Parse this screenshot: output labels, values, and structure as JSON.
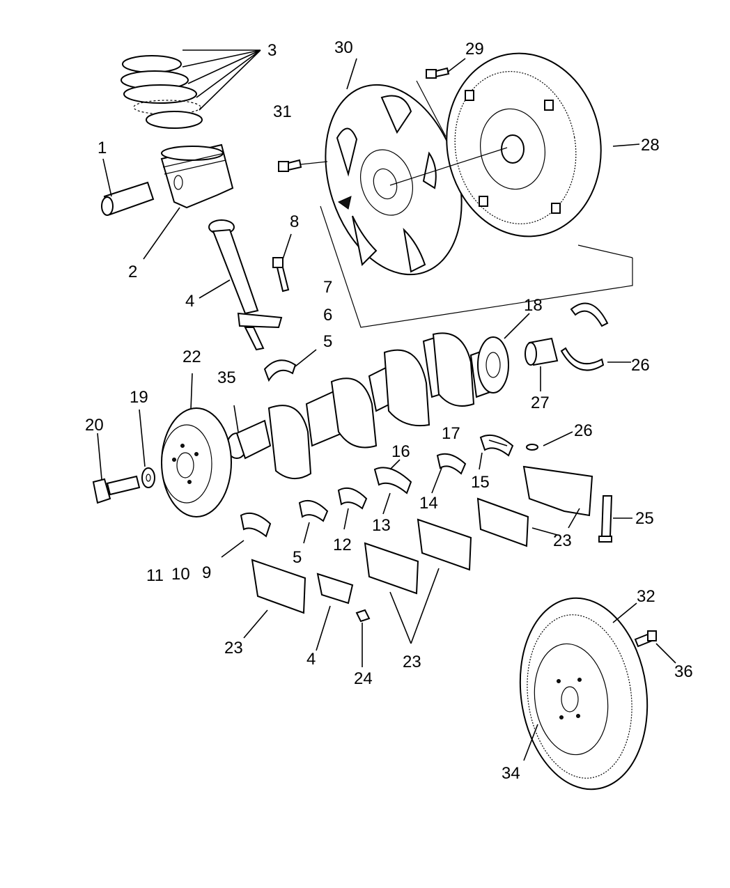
{
  "labels": {
    "l1": "1",
    "l2": "2",
    "l3": "3",
    "l4a": "4",
    "l4b": "4",
    "l5a": "5",
    "l5b": "5",
    "l6": "6",
    "l7": "7",
    "l8": "8",
    "l9": "9",
    "l10": "10",
    "l11": "11",
    "l12": "12",
    "l13": "13",
    "l14": "14",
    "l15": "15",
    "l16": "16",
    "l17": "17",
    "l18": "18",
    "l19": "19",
    "l20": "20",
    "l22": "22",
    "l23a": "23",
    "l23b": "23",
    "l23c": "23",
    "l24": "24",
    "l25": "25",
    "l26a": "26",
    "l26b": "26",
    "l27": "27",
    "l28": "28",
    "l29": "29",
    "l30": "30",
    "l31": "31",
    "l32": "32",
    "l34": "34",
    "l35": "35",
    "l36": "36"
  }
}
